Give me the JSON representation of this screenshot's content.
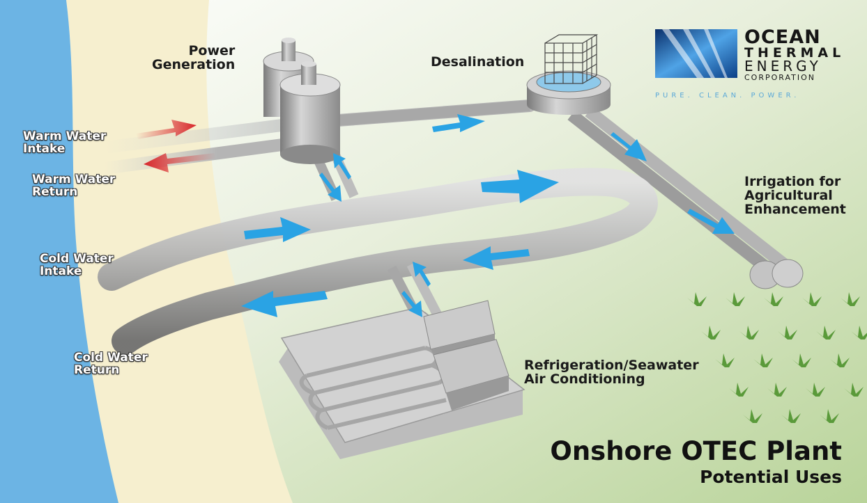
{
  "title": "Onshore OTEC Plant",
  "subtitle": "Potential Uses",
  "logo": {
    "line1": "OCEAN",
    "line2": "THERMAL",
    "line3": "ENERGY",
    "line4": "CORPORATION",
    "tagline": "PURE.   CLEAN.   POWER."
  },
  "labels": {
    "power_generation": [
      "Power",
      "Generation"
    ],
    "desalination": "Desalination",
    "irrigation": [
      "Irrigation for",
      "Agricultural",
      "Enhancement"
    ],
    "refrigeration": [
      "Refrigeration/Seawater",
      "Air Conditioning"
    ],
    "warm_intake": [
      "Warm Water",
      "Intake"
    ],
    "warm_return": [
      "Warm Water",
      "Return"
    ],
    "cold_intake": [
      "Cold Water",
      "Intake"
    ],
    "cold_return": [
      "Cold Water",
      "Return"
    ]
  },
  "colors": {
    "ocean": "#6cb4e4",
    "sand": "#f6efcf",
    "land": "#d7e6c2",
    "pipe": "#b8b8b8",
    "warm_arrow": "#d8262b",
    "cold_arrow": "#2aa3e4",
    "plant": "#5a9a3a"
  },
  "icons": [
    "plant-icon",
    "logo-mark-icon"
  ]
}
